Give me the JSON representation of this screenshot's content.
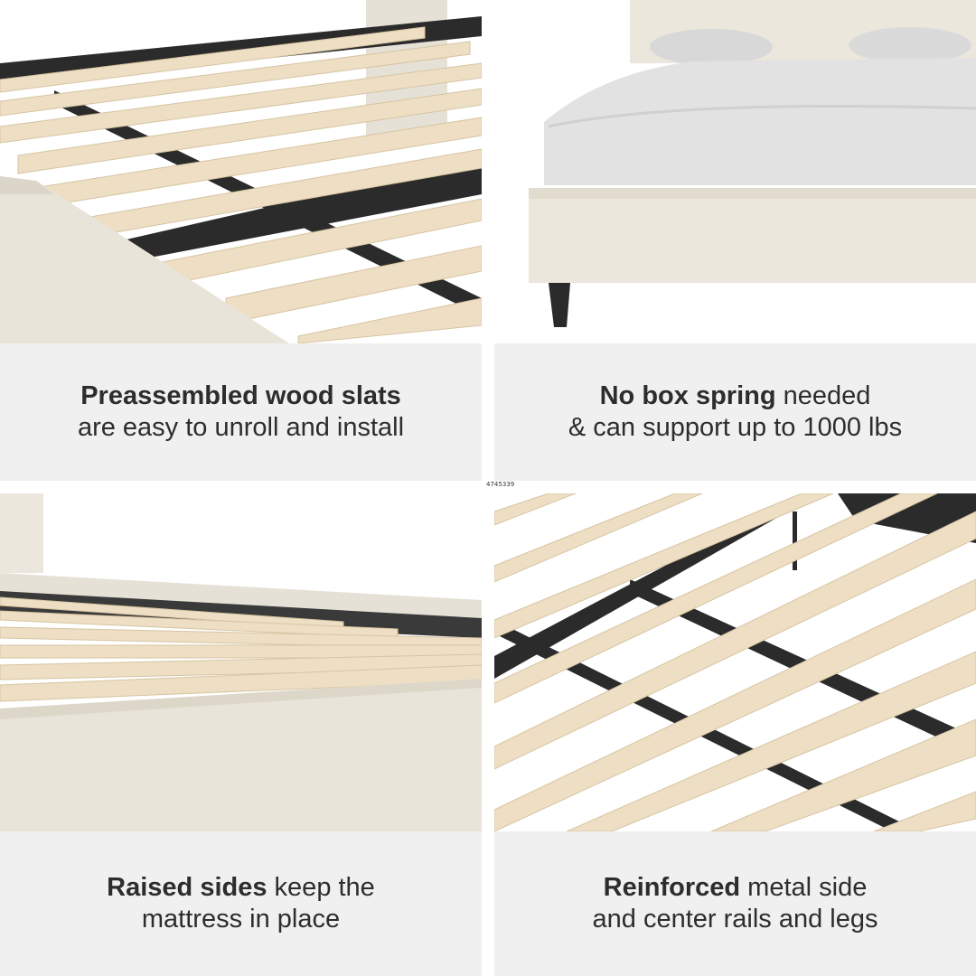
{
  "features": [
    {
      "bold": "Preassembled wood slats",
      "rest_line1": "",
      "line2": "are easy to unroll and install"
    },
    {
      "bold": "No box spring",
      "rest_line1": " needed",
      "line2": "& can support up to 1000 lbs"
    },
    {
      "bold": "Raised sides",
      "rest_line1": " keep the",
      "line2": "mattress in place"
    },
    {
      "bold": "Reinforced",
      "rest_line1": " metal side",
      "line2": "and center rails and legs"
    }
  ],
  "sku_code": "4745339",
  "colors": {
    "caption_bg": "#f0f0f0",
    "text": "#2d2d2d",
    "slat": "#eedfc4",
    "rail": "#2a2a2a",
    "fabric": "#e9e4da"
  },
  "images": [
    "wood-slats-closeup-photo",
    "bed-corner-with-mattress-photo",
    "raised-side-rail-photo",
    "metal-rails-under-slats-photo"
  ]
}
